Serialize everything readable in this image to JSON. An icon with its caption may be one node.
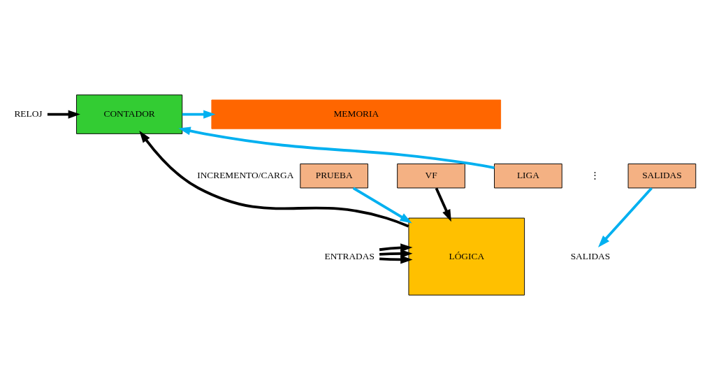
{
  "diagram": {
    "nodes": [
      {
        "text": [
          "RELOJ"
        ]
      },
      {
        "text": [
          "CONTADOR"
        ]
      },
      {
        "text": [
          "MEMORIA"
        ]
      },
      {
        "text": [
          "PRUEBA"
        ]
      },
      {
        "text": [
          "VF"
        ]
      },
      {
        "text": [
          "LIGA"
        ]
      },
      {
        "text": [
          "SALIDAS"
        ]
      },
      {
        "text": [
          "ENTRADAS"
        ]
      },
      {
        "text": [
          "LÓGICA"
        ]
      },
      {
        "text": [
          "SALIDAS"
        ]
      }
    ],
    "edges": [
      {
        "from": 0,
        "to": 1,
        "arrow": "to"
      },
      {
        "from": 1,
        "to": 2,
        "arrow": "to",
        "color": "#00b0f0"
      },
      {
        "from": 3,
        "to": 8,
        "arrow": "to",
        "color": "#00b0f0"
      },
      {
        "from": 4,
        "to": 8,
        "arrow": "to"
      },
      {
        "from": 6,
        "to": 9,
        "arrow": "to",
        "color": "#00b0f0"
      },
      {
        "from": 7,
        "to": 8,
        "arrow": "to"
      },
      {
        "from": 7,
        "to": 8,
        "arrow": "to"
      },
      {
        "from": 7,
        "to": 8,
        "arrow": "to"
      },
      {
        "from": 8,
        "to": 1,
        "arrow": "to",
        "label": "INCREMENTO/CARGA"
      },
      {
        "from": 5,
        "to": 1,
        "arrow": "to",
        "color": "#00b0f0"
      }
    ],
    "labels": [
      "⋮"
    ]
  }
}
